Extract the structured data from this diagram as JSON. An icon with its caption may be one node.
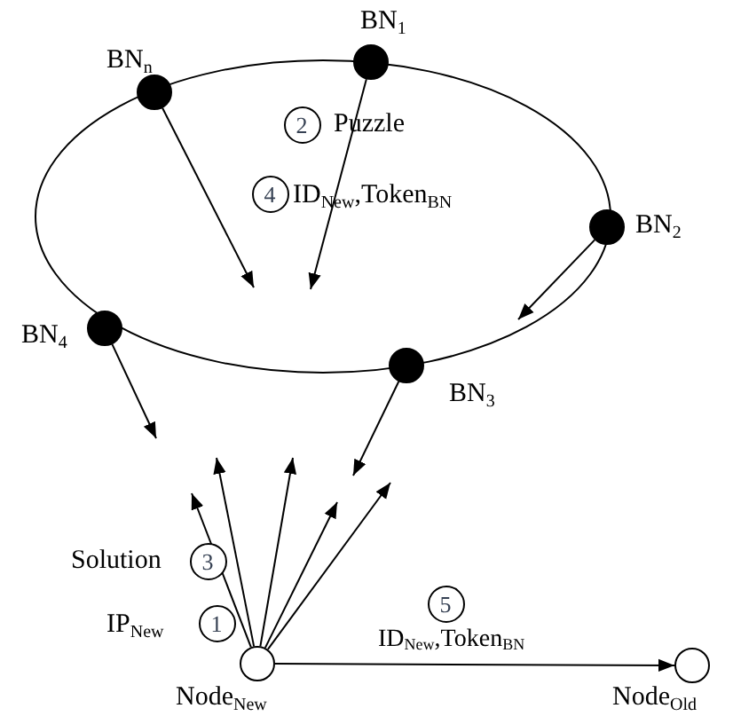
{
  "diagram": {
    "nodes": [
      {
        "text": [],
        "shape": "circle",
        "beside": [
          "BN$_{n}$"
        ]
      },
      {
        "text": [],
        "shape": "circle",
        "beside": [
          "BN$_{1}$"
        ]
      },
      {
        "text": [],
        "shape": "circle",
        "beside": [
          "BN$_{2}$"
        ]
      },
      {
        "text": [],
        "shape": "circle",
        "beside": [
          "BN$_{3}$"
        ]
      },
      {
        "text": [],
        "shape": "circle",
        "beside": [
          "BN$_{4}$"
        ]
      },
      {
        "text": [],
        "shape": "circle",
        "beside": [
          "Node$_{New}$"
        ]
      },
      {
        "text": [],
        "shape": "circle",
        "beside": [
          "Node$_{Old}$"
        ]
      },
      {
        "text": [
          "2"
        ]
      },
      {
        "text": [
          "4"
        ]
      },
      {
        "text": [
          "3"
        ]
      },
      {
        "text": [
          "1"
        ]
      },
      {
        "text": [
          "5"
        ]
      }
    ],
    "edges": [
      {
        "from": 0,
        "to": null,
        "arrow": "to"
      },
      {
        "from": 1,
        "to": null,
        "arrow": "to"
      },
      {
        "from": 2,
        "to": null,
        "arrow": "to"
      },
      {
        "from": 4,
        "to": null,
        "arrow": "to"
      },
      {
        "from": 3,
        "to": null,
        "arrow": "to"
      },
      {
        "from": 5,
        "to": null,
        "arrow": "to"
      },
      {
        "from": 5,
        "to": null,
        "arrow": "to"
      },
      {
        "from": 5,
        "to": null,
        "arrow": "to"
      },
      {
        "from": 5,
        "to": null,
        "arrow": "to"
      },
      {
        "from": 5,
        "to": null,
        "arrow": "to"
      },
      {
        "from": 5,
        "to": 6,
        "arrow": "to",
        "label": "ID$_{New}$,Token$_{BN}$"
      }
    ],
    "labels": [
      "Puzzle",
      "ID$_{New}$,Token$_{BN}$",
      "Solution",
      "IP$_{New}$"
    ]
  }
}
